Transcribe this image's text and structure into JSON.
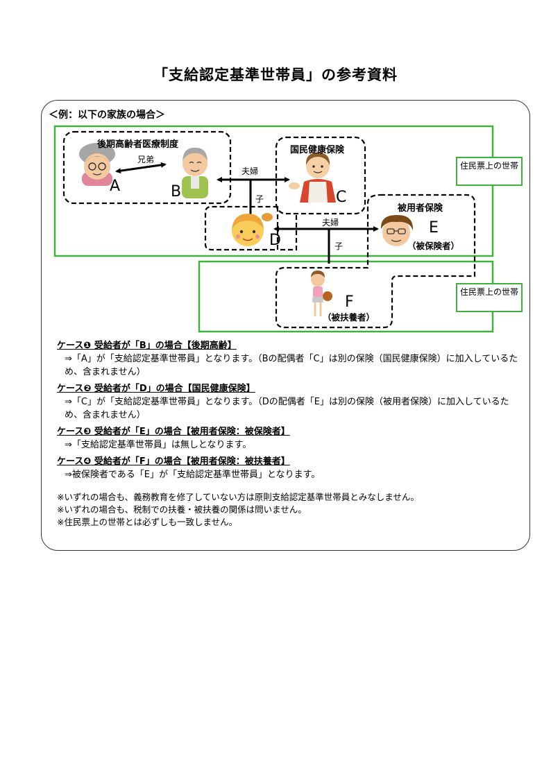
{
  "title": "「支給認定基準世帯員」の参考資料",
  "example_heading": "＜例：以下の家族の場合＞",
  "groups": {
    "late_elderly": "後期高齢者医療制度",
    "national_health": "国民健康保険",
    "employee": "被用者保険"
  },
  "resident_label": "住民票上の世帯",
  "persons": {
    "a": "A",
    "b": "B",
    "c": "C",
    "d": "D",
    "e": "E",
    "e_sub": "（被保険者）",
    "f": "F",
    "f_sub": "（被扶養者）"
  },
  "relations": {
    "siblings": "兄弟",
    "spouse": "夫婦",
    "child": "子"
  },
  "cases": [
    {
      "title": "ケース❶ 受給者が「B」の場合【後期高齢】",
      "body": "⇒「A」が「支給認定基準世帯員」となります。（Bの配偶者「C」は別の保険（国民健康保険）に加入しているため、含まれません）"
    },
    {
      "title": "ケース❷ 受給者が「D」の場合【国民健康保険】",
      "body": "⇒「C」が「支給認定基準世帯員」となります。（Dの配偶者「E」は別の保険（被用者保険）に加入しているため、含まれません）"
    },
    {
      "title": "ケース❸ 受給者が「E」の場合【被用者保険：被保険者】",
      "body": "⇒「支給認定基準世帯員」は無しとなります。"
    },
    {
      "title": "ケース❹ 受給者が「F」の場合【被用者保険：被扶養者】",
      "body": "⇒被保険者である「E」が「支給認定基準世帯員」となります。"
    }
  ],
  "notes": [
    "※いずれの場合も、義務教育を修了していない方は原則支給認定基準世帯員とみなしません。",
    "※いずれの場合も、税制での扶養・被扶養の関係は問いません。",
    "※住民票上の世帯とは必ずしも一致しません。"
  ],
  "colors": {
    "resident_border": "#3cb43c",
    "dashed_border": "#000000"
  },
  "icons": [
    "elderly-woman-icon",
    "elderly-man-icon",
    "woman-apron-icon",
    "girl-icon",
    "man-glasses-icon",
    "child-basketball-icon"
  ]
}
